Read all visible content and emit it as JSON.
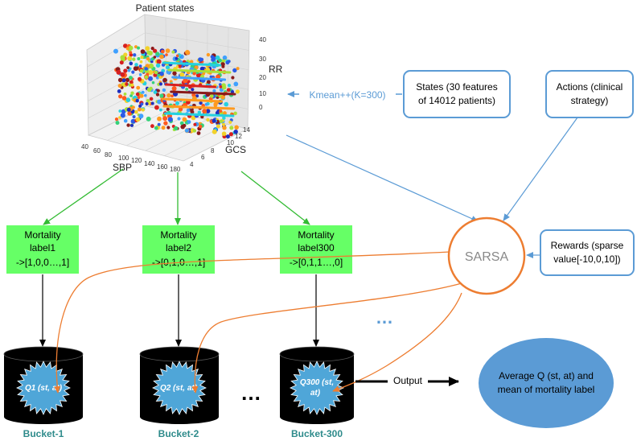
{
  "scatter": {
    "title": "Patient states",
    "z_axis": {
      "label": "RR",
      "ticks": [
        "40",
        "30",
        "20",
        "10",
        "0"
      ]
    },
    "x_axis": {
      "label": "SBP",
      "ticks": [
        "40",
        "60",
        "80",
        "100",
        "120",
        "140",
        "160",
        "180"
      ]
    },
    "y_axis": {
      "label": "GCS",
      "ticks": [
        "14",
        "12",
        "10",
        "8",
        "6",
        "4"
      ]
    }
  },
  "kmeans": {
    "label": "Kmean++(K=300)"
  },
  "inputs": {
    "states": {
      "line1": "States (30 features",
      "line2": "of 14012 patients)"
    },
    "actions": {
      "line1": "Actions (clinical",
      "line2": "strategy)"
    },
    "rewards": {
      "line1": "Rewards (sparse",
      "line2": "value[-10,0,10])"
    }
  },
  "sarsa": {
    "label": "SARSA"
  },
  "labels": [
    {
      "line1": "Mortality",
      "line2": "label1",
      "line3": "->[1,0,0…,1]"
    },
    {
      "line1": "Mortality",
      "line2": "label2",
      "line3": "->[0,1,0…,1]"
    },
    {
      "line1": "Mortality",
      "line2": "label300",
      "line3": "->[0,1,1…,0]"
    }
  ],
  "buckets": [
    {
      "q_line1": "Q1 (st, at)",
      "q_line2": "",
      "name": "Bucket-1"
    },
    {
      "q_line1": "Q2 (st, at)",
      "q_line2": "",
      "name": "Bucket-2"
    },
    {
      "q_line1": "Q300 (st,",
      "q_line2": "at)",
      "name": "Bucket-300"
    }
  ],
  "ellipsis": {
    "between_buckets": "…",
    "blue_dots": "…"
  },
  "output": {
    "arrow_label": "Output",
    "result_line1": "Average Q (st, at) and",
    "result_line2": "mean of mortality label"
  },
  "colors": {
    "green_box": "#66ff66",
    "green_arrow": "#33bb33",
    "blue_line": "#5b9bd5",
    "orange": "#ed7d31",
    "bucket_name": "#2e8b8b",
    "result_ellipse": "#5b9bd5",
    "star": "#4fa6d8"
  }
}
